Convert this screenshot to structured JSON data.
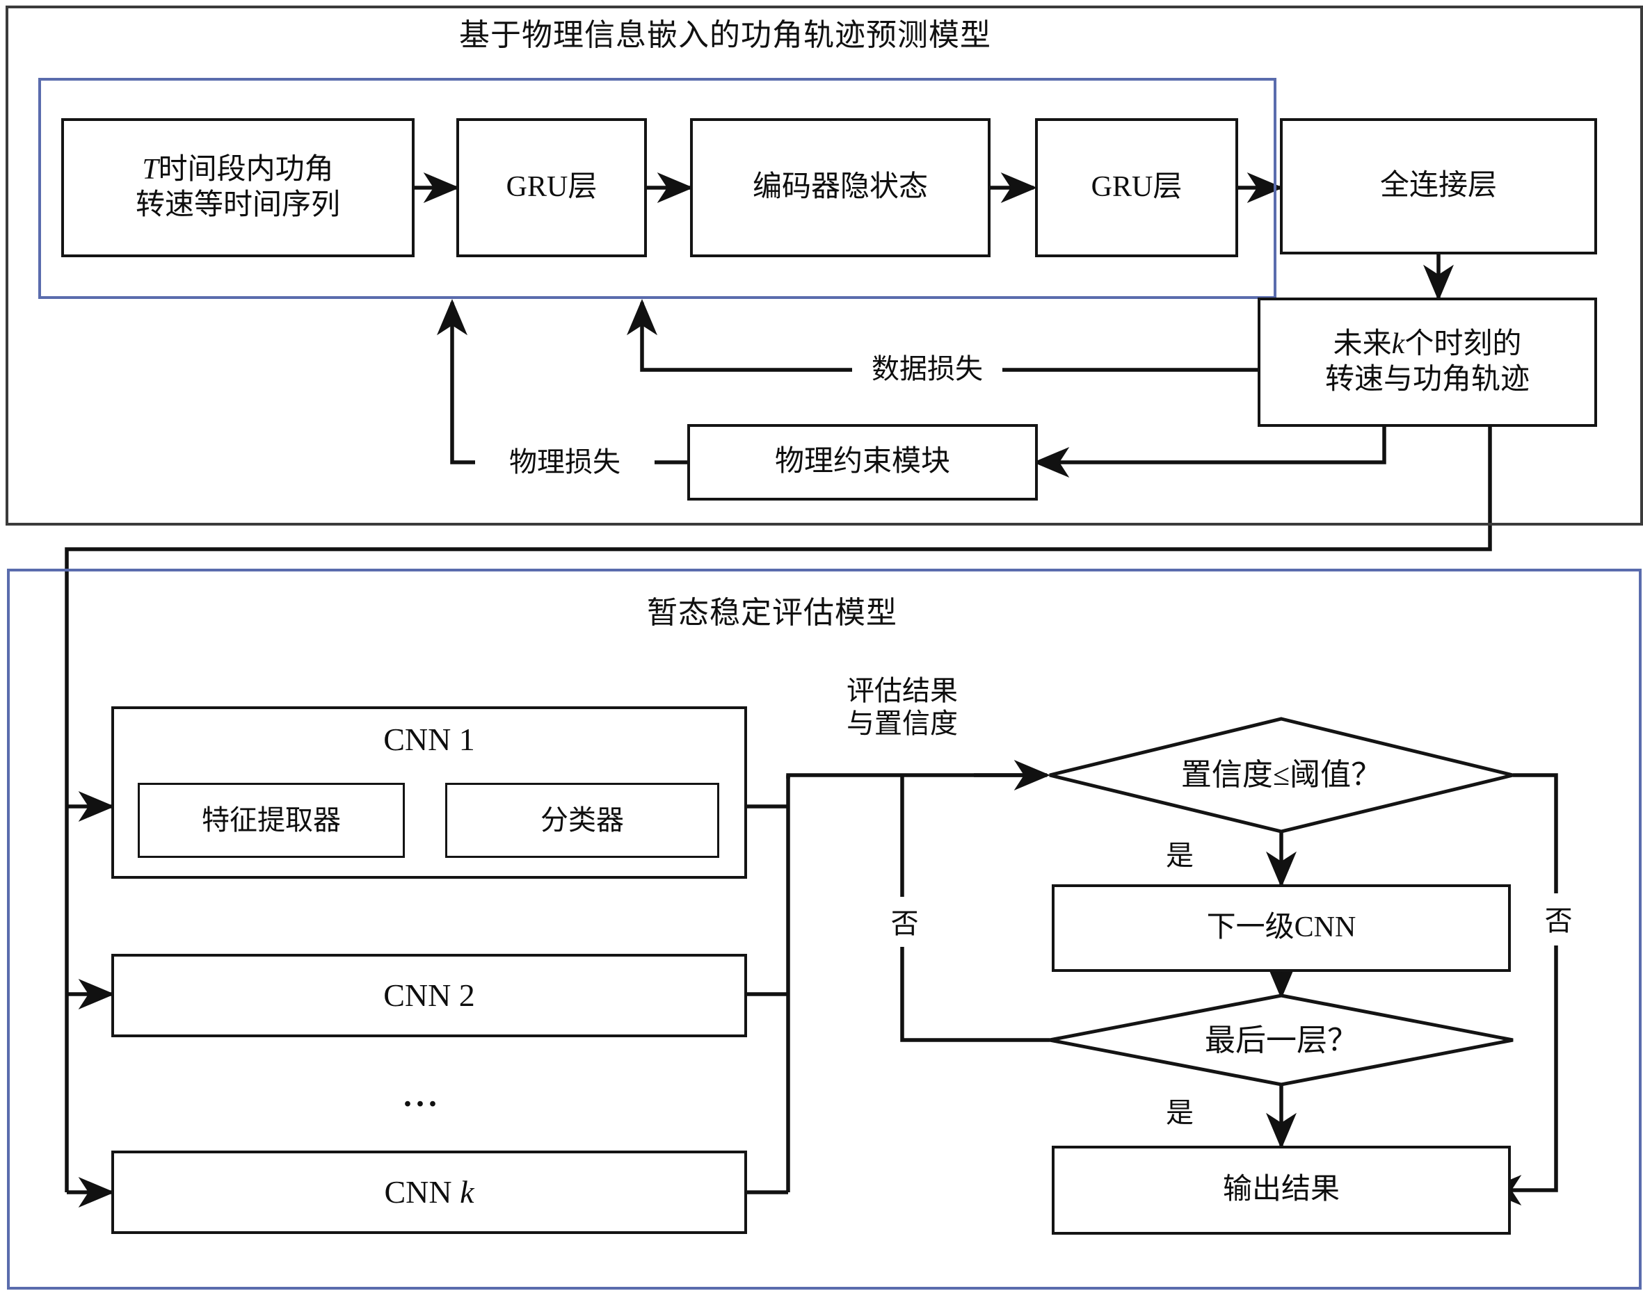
{
  "figure": {
    "type": "flowchart",
    "sections": [
      {
        "id": "prediction-model",
        "title": "基于物理信息嵌入的功角轨迹预测模型"
      },
      {
        "id": "assessment-model",
        "title": "暂态稳定评估模型"
      }
    ]
  },
  "top": {
    "title": "基于物理信息嵌入的功角轨迹预测模型",
    "input_line1_italic": "T",
    "input_line1_rest": "时间段内功角",
    "input_line2": "转速等时间序列",
    "gru1": "GRU层",
    "encoder_state": "编码器隐状态",
    "gru2": "GRU层",
    "fc": "全连接层",
    "output_line1_pre": "未来",
    "output_line1_italic": "k",
    "output_line1_post": "个时刻的",
    "output_line2": "转速与功角轨迹",
    "data_loss": "数据损失",
    "physics_loss": "物理损失",
    "physics_module": "物理约束模块"
  },
  "bottom": {
    "title": "暂态稳定评估模型",
    "cnn1": "CNN 1",
    "feature_extractor": "特征提取器",
    "classifier": "分类器",
    "cnn2": "CNN 2",
    "ellipsis": "...",
    "cnnk_pre": "CNN ",
    "cnnk_italic": "k",
    "bus_label_line1": "评估结果",
    "bus_label_line2": "与置信度",
    "decision1": "置信度≤阈值？",
    "yes1": "是",
    "no1": "否",
    "no2": "否",
    "next_cnn": "下一级CNN",
    "decision2": "最后一层？",
    "yes2": "是",
    "output_result": "输出结果"
  },
  "colors": {
    "panel_outer": "#3b3b3b",
    "panel_inner_blue": "#5a6cad",
    "node_border": "#141414",
    "text": "#0e0e0e",
    "background": "#ffffff"
  }
}
